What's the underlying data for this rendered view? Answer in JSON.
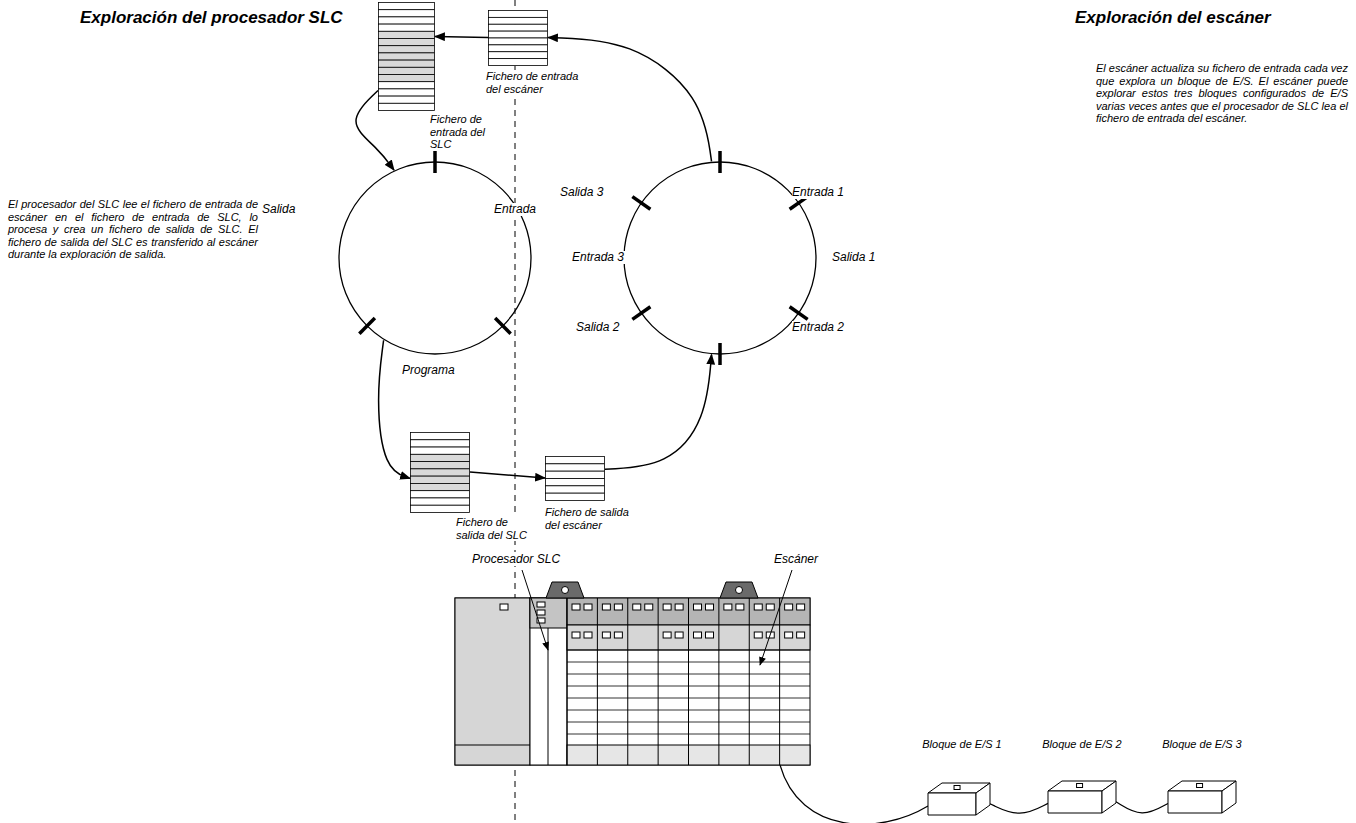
{
  "diagram": {
    "nodes": [
      {
        "text": [
          "Fichero de entrada del SLC"
        ]
      },
      {
        "text": [
          "Fichero de entrada del escáner"
        ]
      },
      {
        "text": [
          "Salida",
          "Entrada",
          "Programa"
        ]
      },
      {
        "text": [
          "Salida 3",
          "Entrada 1",
          "Entrada 3",
          "Salida 1",
          "Salida 2",
          "Entrada 2"
        ]
      },
      {
        "text": [
          "Fichero de salida del SLC"
        ]
      },
      {
        "text": [
          "Fichero de salida del escáner"
        ]
      },
      {
        "text": [
          "Bloque de E/S 1"
        ]
      },
      {
        "text": [
          "Bloque de E/S 2"
        ]
      },
      {
        "text": [
          "Bloque de E/S 3"
        ]
      }
    ],
    "edges": [
      {
        "from": 1,
        "to": 0,
        "arrow": "to"
      },
      {
        "from": 0,
        "to": 2,
        "arrow": "to"
      },
      {
        "from": 2,
        "to": 4,
        "arrow": "to"
      },
      {
        "from": 4,
        "to": 5,
        "arrow": "to"
      },
      {
        "from": 5,
        "to": 3,
        "arrow": "to"
      },
      {
        "from": 3,
        "to": 1,
        "arrow": "to"
      },
      {
        "from": 6,
        "to": 7,
        "arrow": "none"
      },
      {
        "from": 7,
        "to": 8,
        "arrow": "none"
      }
    ],
    "labels": [
      "Exploración del procesador SLC",
      "Exploración del escáner",
      "El procesador del SLC lee el fichero de entrada de escáner en el fichero de entrada de SLC, lo procesa y crea un fichero de salida de SLC. El fichero de salida del SLC es transferido al escáner durante la exploración de salida.",
      "El escáner actualiza su fichero de entrada cada vez que explora un bloque de E/S. El escáner puede explorar estos tres bloques configurados de E/S varias veces antes que el procesador de SLC lea el fichero de entrada del escáner.",
      "Procesador SLC",
      "Escáner"
    ]
  }
}
